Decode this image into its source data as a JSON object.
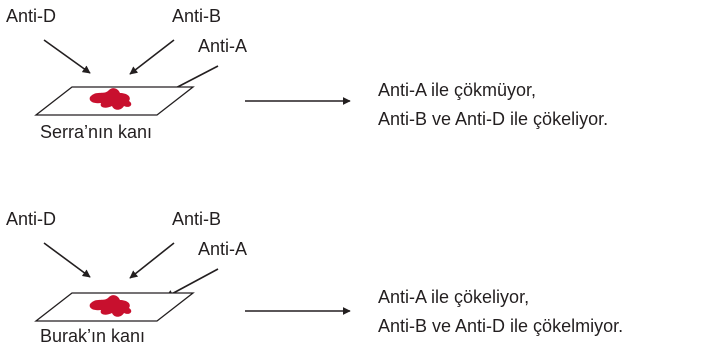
{
  "colors": {
    "ink": "#231f20",
    "blood": "#c8102e"
  },
  "panels": [
    {
      "anti_d": "Anti-D",
      "anti_b": "Anti-B",
      "anti_a": "Anti-A",
      "sample_label": "Serra’nın kanı",
      "result_line1": "Anti-A ile çökmüyor,",
      "result_line2": "Anti-B ve Anti-D ile çökeliyor."
    },
    {
      "anti_d": "Anti-D",
      "anti_b": "Anti-B",
      "anti_a": "Anti-A",
      "sample_label": "Burak’ın kanı",
      "result_line1": "Anti-A ile çökeliyor,",
      "result_line2": "Anti-B ve Anti-D ile çökelmiyor."
    }
  ]
}
